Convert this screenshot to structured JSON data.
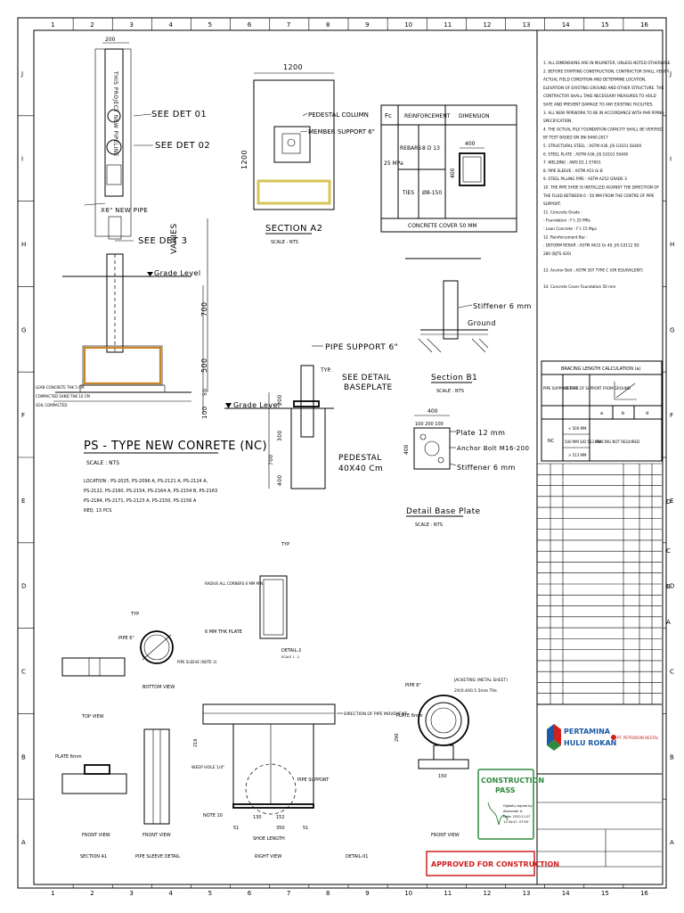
{
  "grid": {
    "cols": [
      "1",
      "2",
      "3",
      "4",
      "5",
      "6",
      "7",
      "8",
      "9",
      "10",
      "11",
      "12",
      "13",
      "14",
      "15",
      "16"
    ],
    "rows": [
      "J",
      "I",
      "H",
      "G",
      "F",
      "E",
      "D",
      "C",
      "B",
      "A"
    ]
  },
  "det1": {
    "pipe_note": "THIS PROJECT NEW PIPELINE",
    "dim_top": "200",
    "see_det01": "SEE DET 01",
    "see_det02": "SEE DET 02",
    "new_pipe": "X6\" NEW PIPE",
    "see_det3": "SEE DET 3",
    "varies": "VARIES"
  },
  "ps": {
    "grade": "Grade Level",
    "d700": "700",
    "d500": "500",
    "d50": "50",
    "d100": "100",
    "lean1": "LEAN CONCRETE THK 5 CM",
    "lean2": "COMPACTED SAND THK 10 CM",
    "lean3": "SOIL COMPACTED",
    "title": "PS - TYPE NEW CONRETE (NC)",
    "scale": "SCALE : NTS",
    "loc1": "LOCATION : PS-2025, PS-2096 A, PS-2121 A, PS-2124 A,",
    "loc2": "PS-2122, PS-2160, PS-2154, PS-2164 A, PS-2154 B, PS-2163",
    "loc3": "PS-2184, PS-2171, PS-2123 A, PS-2150, PS-2156 A",
    "loc4": "REQ. 13 PCS"
  },
  "a2": {
    "w": "1200",
    "h": "1200",
    "pedestal": "PEDESTAL COLUMN",
    "member": "MEMBER SUPPORT 6\"",
    "title": "SECTION A2",
    "scale": "SCALE : NTS"
  },
  "reinf": {
    "h_fc": "Fc",
    "h_reinf": "REINFORCEMENT",
    "h_dim": "DIMENSION",
    "fc": "25 MPa",
    "rebars": "REBARS",
    "rebars_val": "8 D 13",
    "ties": "TIES",
    "ties_val": "Ø8-150",
    "dim1": "400",
    "dim2": "400",
    "cover": "CONCRETE COVER 50 MM"
  },
  "b1": {
    "stiff": "Stiffener 6 mm",
    "ground": "Ground",
    "title": "Section B1",
    "scale": "SCALE : NTS"
  },
  "ped": {
    "pipe_support": "PIPE SUPPORT 6\"",
    "see_detail": "SEE DETAIL",
    "baseplate": "BASEPLATE",
    "grade": "Grade Level",
    "pedestal": "PEDESTAL",
    "size": "40X40 Cm",
    "d700": "700",
    "d400": "400",
    "d300": "300",
    "d200": "200",
    "typ": "TYP."
  },
  "bp": {
    "w": "400",
    "sub": "100  200  100",
    "plate": "Plate 12 mm",
    "anchor": "Anchor Bolt M16-200",
    "stiff": "Stiffener 6 mm",
    "h": "400",
    "title": "Detail Base Plate",
    "scale": "SCALE : NTS"
  },
  "notes": [
    "1.  ALL DIMENSIONS ARE IN MILIMETER, UNLESS NOTED OTHERWISE.",
    "2.  BEFORE STARTING CONSTRUCTION, CONTRACTOR SHALL VERIFY",
    "     ACTUAL FIELD CONDITION AND DETERMINE LOCATION,",
    "     ELEVATION OF EXISTING GROUND AND OTHER STRUCTURE. THE",
    "     CONTRACTOR SHALL TAKE NECESSARY MEASURES TO HOLD",
    "     SAFE AND PREVENT DAMAGE TO ANY EXISTING FACILITIES.",
    "3.  ALL NEW PIPEWORK TO BE IN ACCORDANCE WITH PHR PIPING",
    "     SPECIFICATION.",
    "4.  THE ACTUAL PILE FOUNDATION CAPACITY SHALL BE VERIFIED",
    "     BY TEST BASED ON SNI 8460:2017",
    "5.  STRUCTURAL STEEL          : ASTM A36, JIS G3101 SS400",
    "6.  STEEL PLATE                    : ASTM A36, JIS G3101 SS400",
    "7.  WELDING                          : AWS D1.1 E7001",
    "8.  PIPE SLEEVE                   : ASTM A53 Gr.B",
    "9.  STEEL PILLING PIPE       : ASTM A252 GRADE 3",
    "10. THE PIPE SHOE IS INSTALLED AGAINST THE DIRECTION OF",
    "     THE FLUID BETWEEN 0 - 50 MM FROM THE CENTRE OF PIPE",
    "     SUPPORT.",
    "11. Concrete Grade :",
    "     - Foundation             : F'c 25 MPa",
    "     - Lean Concrete        : F'c 15 Mpa",
    "12. Reinforcement Bar :",
    "     - DEFORM REBAR       : ASTM A615 Gr 40, JIS G3112 SD",
    "       280 (BJTS 420)",
    "",
    "13. Anchor Bolt                  : ASTM 307 TYPE C (OR EQUIVALENT)",
    "",
    "14. Concrete Cover Foundation 50 mm"
  ],
  "bracing": {
    "title": "BRACING LENGTH CALCULATION (a)",
    "h1": "PIPE SUPPORT TYPE",
    "h2": "HEIGHT OF SUPPORT FROM GROUND",
    "c1": "a",
    "c2": "b",
    "c3": "d",
    "type": "NC",
    "r1": "< 500 MM",
    "r2": "500 MM S/D 513 MM",
    "r3": "> 513 MM",
    "res": "BRACING NOT REQUIRED"
  },
  "revs": [
    "D",
    "C",
    "B",
    "A"
  ],
  "logo": {
    "pertamina": "PERTAMINA",
    "hulu": "HULU ROKAN",
    "partner": "PT. PETROKOIN BESTAL"
  },
  "stamp": {
    "cp1": "CONSTRUCTION",
    "cp2": "PASS",
    "sig1": "Digitally signed by",
    "sig2": "Alexander A.",
    "sig3": "Date: 2020.11.07",
    "sig4": "11:34:47 -07'00'",
    "approved": "APPROVED FOR CONSTRUCTION"
  },
  "detail": {
    "radius": "RADIUS ALL CORNERS 6 MM MIN",
    "plate_thk": "6 MM THK PLATE",
    "detail2": "DETAIL-2",
    "sc12": "SCALE 1 : 2",
    "typ": "TYP",
    "pipe": "PIPE 6\"",
    "sleeve": "PIPE SLEEVE (NOTE 3)",
    "bottom": "BOTTOM VIEW",
    "top": "TOP VIEW",
    "plate6": "PLATE 6mm",
    "front": "FRONT VIEW",
    "sec1": "SECTION A1",
    "sleeve_det": "PIPE SLEEVE DETAIL",
    "direction": "DIRECTION OF PIPE MOVEMENT",
    "weep": "WEEP HOLE 1/4\"",
    "pipe_support": "PIPE SUPPORT",
    "note": "NOTE 10",
    "d51": "51",
    "d130": "130",
    "d152": "152",
    "d350": "350",
    "d51b": "51",
    "shoe": "SHOE LENGTH",
    "right": "RIGHT VIEW",
    "detail1": "DETAIL-01",
    "jacket": "JACKETING (METAL SHEET)",
    "jacket2": "2X(0.4X0.5 5mm Thk.",
    "platemm": "PLATE 6mm",
    "d150": "150",
    "d290": "290",
    "d216": "216",
    "frontview": "FRONT VIEW"
  }
}
